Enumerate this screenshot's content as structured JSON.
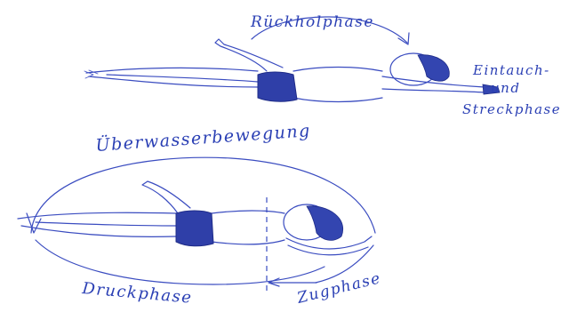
{
  "labels": {
    "rueckholphase": "Rückholphase",
    "eintauch_line1": "Eintauch-",
    "eintauch_line2": "und",
    "eintauch_line3": "Streckphase",
    "ueberwasser": "Überwasserbewegung",
    "druckphase": "Druckphase",
    "zugphase": "Zugphase"
  },
  "colors": {
    "ink": "#3a4cc0",
    "suit": "#2f3fa8",
    "background": "#ffffff"
  }
}
